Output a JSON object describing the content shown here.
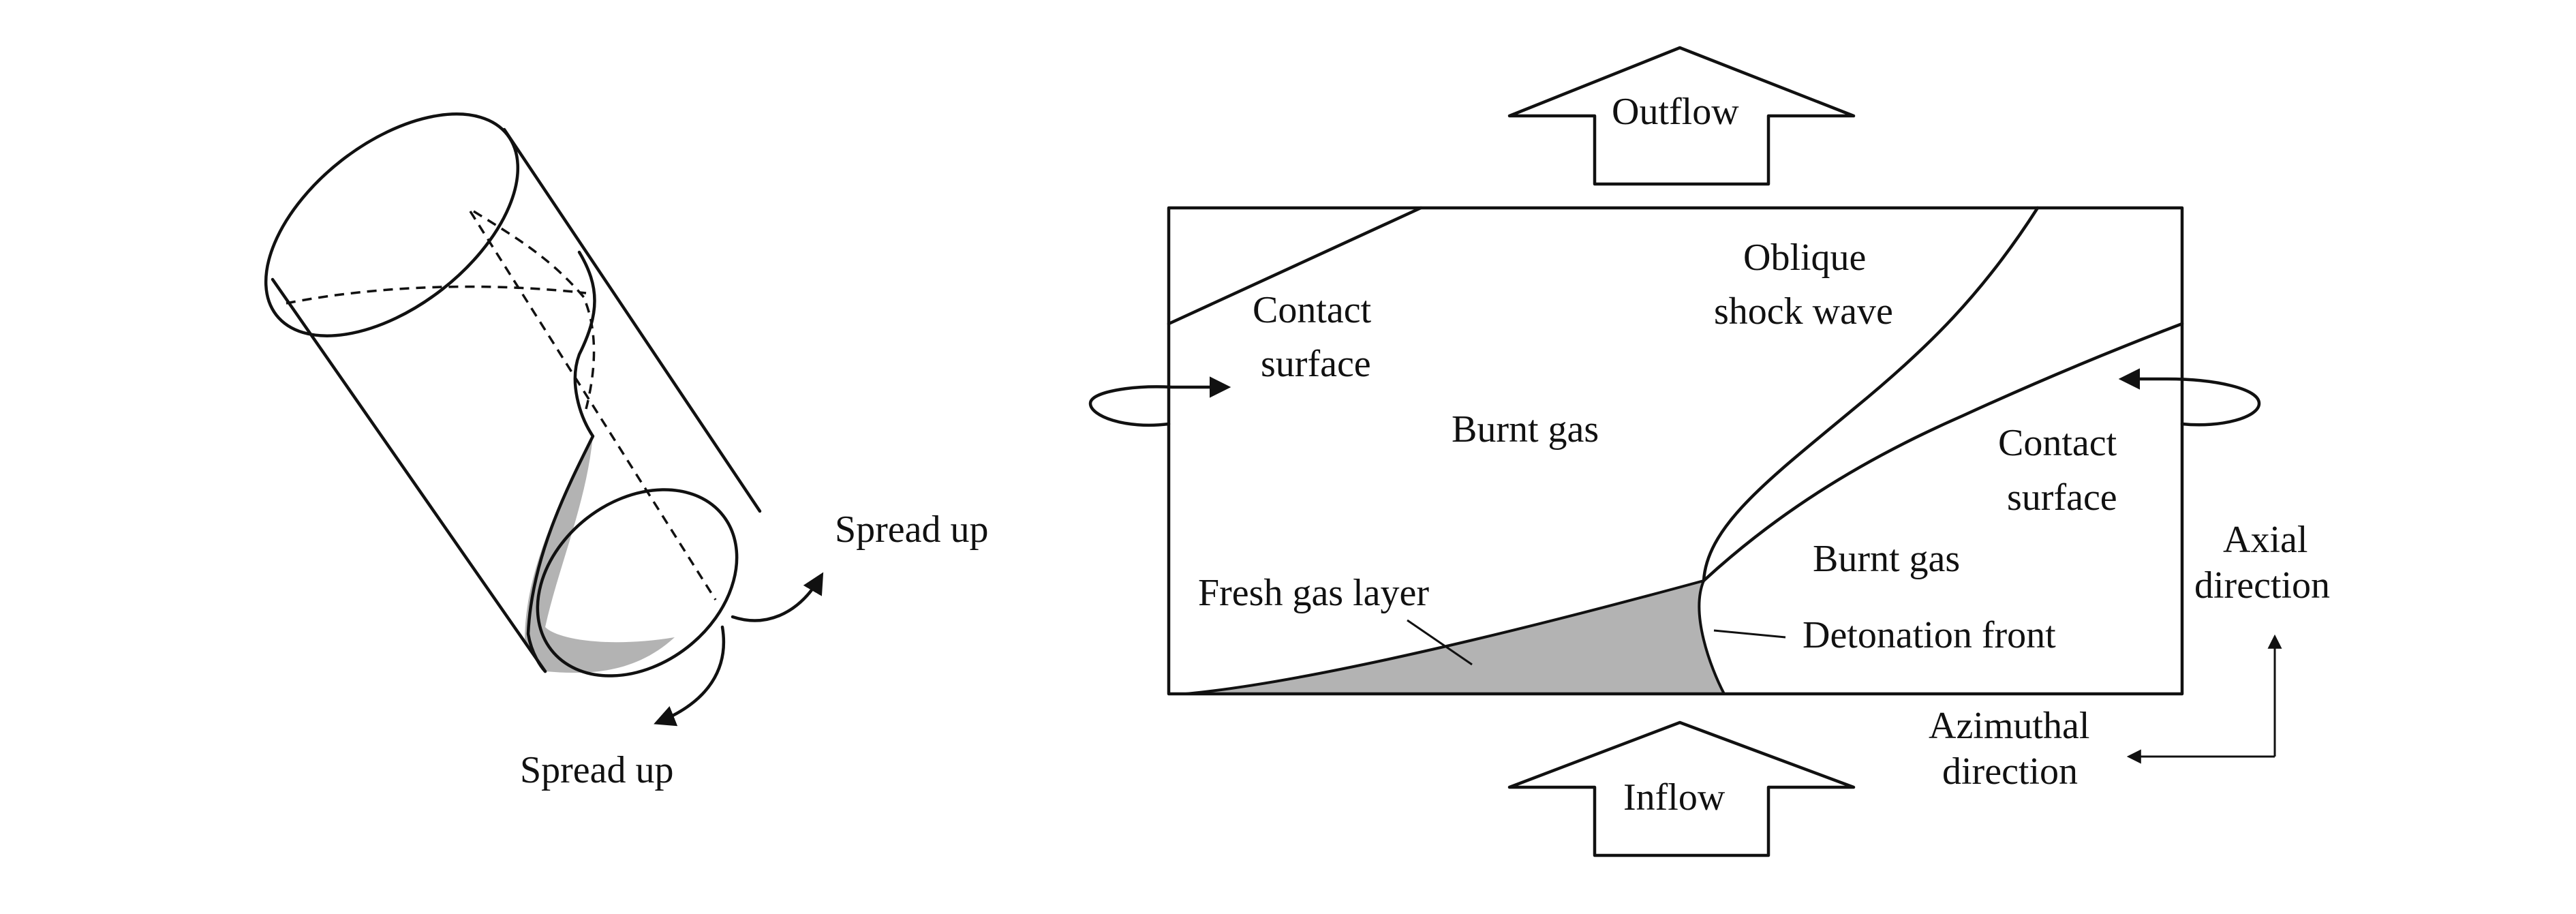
{
  "left_diagram": {
    "spread_up_right": "Spread up",
    "spread_up_bottom": "Spread up"
  },
  "right_diagram": {
    "outflow": "Outflow",
    "inflow": "Inflow",
    "contact_surface_left": [
      "Contact",
      "surface"
    ],
    "oblique_shock_wave": [
      "Oblique",
      "shock wave"
    ],
    "burnt_gas_upper": "Burnt gas",
    "contact_surface_right": [
      "Contact",
      "surface"
    ],
    "burnt_gas_lower": "Burnt gas",
    "fresh_gas_layer": "Fresh gas layer",
    "detonation_front": "Detonation front"
  },
  "axes": {
    "axial": [
      "Axial",
      "direction"
    ],
    "azimuthal": [
      "Azimuthal",
      "direction"
    ]
  },
  "colors": {
    "line": "#111111",
    "fresh_gas_fill": "#b3b3b3"
  }
}
